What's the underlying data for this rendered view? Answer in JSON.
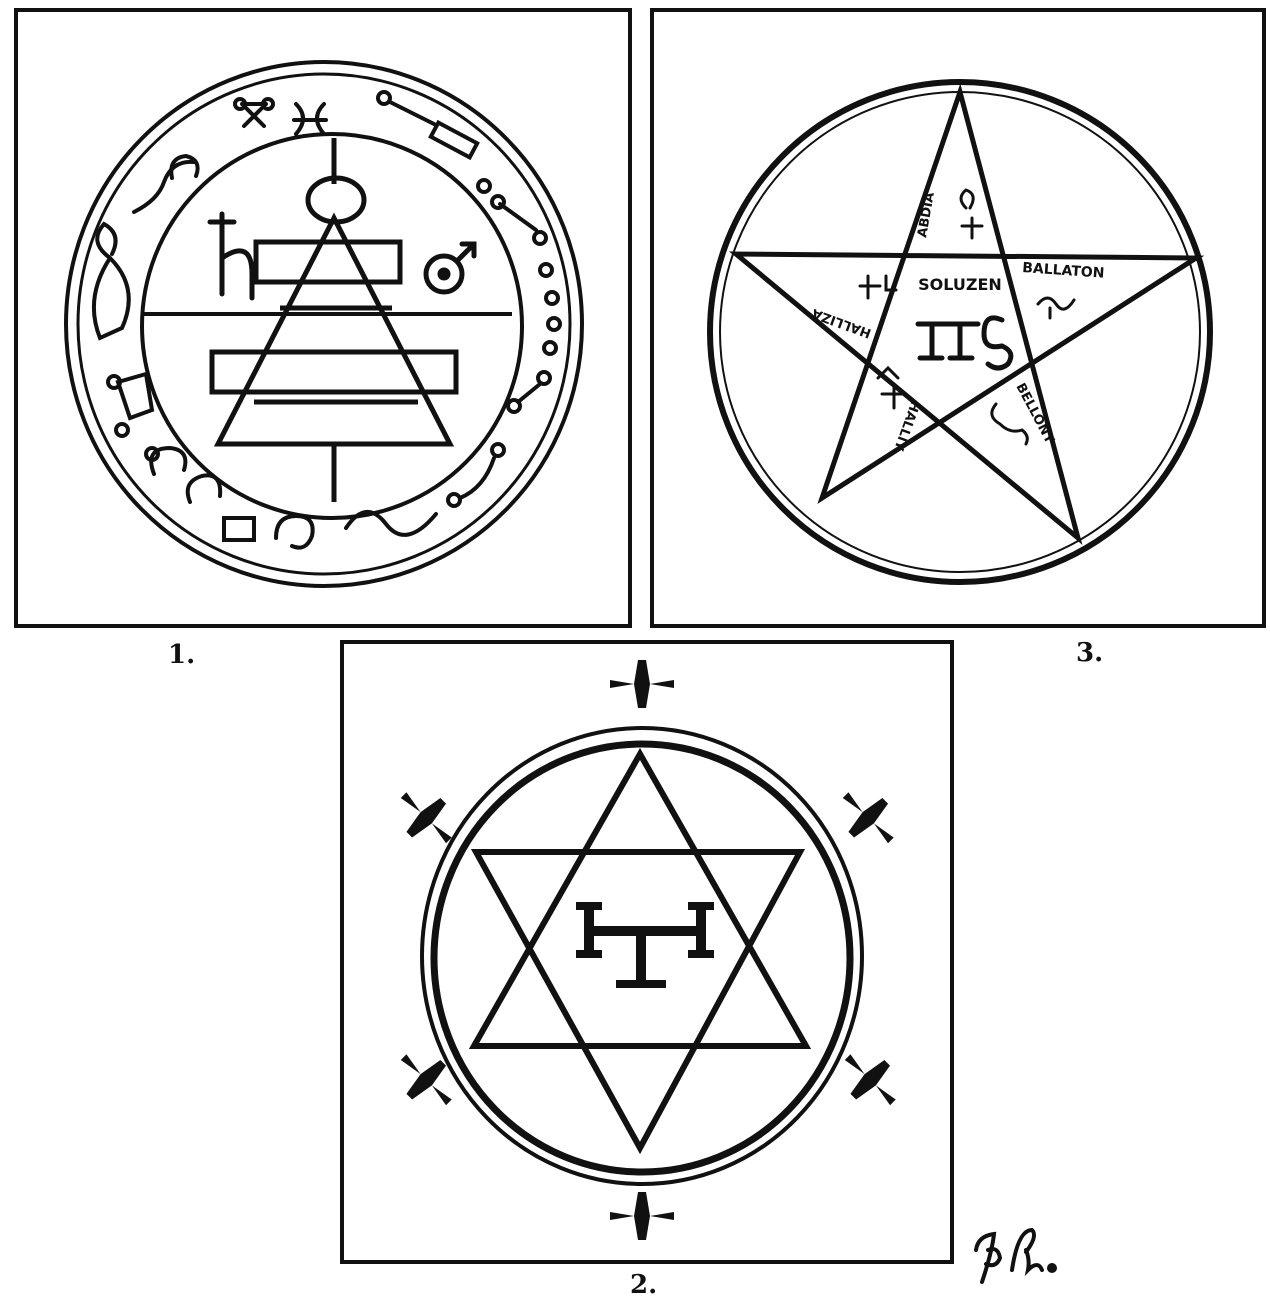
{
  "figures": [
    {
      "caption": "1."
    },
    {
      "caption": "3.",
      "labels": {
        "center": "SOLUZEN",
        "top": "ABDIA",
        "right": "BALLATON",
        "lower_right": "BELLONY",
        "lower_left": "HALLIY",
        "left": "HALLIZA"
      }
    },
    {
      "caption": "2."
    }
  ],
  "signature_icon": "signature-monogram",
  "ink_color": "#111111",
  "paper_color": "#ffffff"
}
